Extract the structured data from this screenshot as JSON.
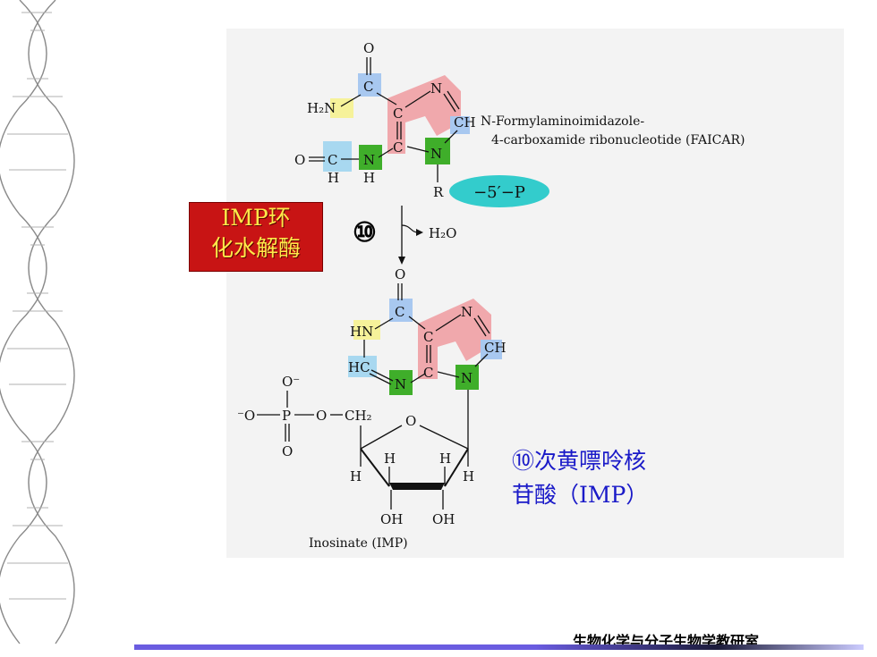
{
  "faicar": {
    "o_top": "O",
    "c": "C",
    "h2n": "H₂N",
    "n": "N",
    "ch": "CH",
    "o_formyl": "O",
    "h_left": "H",
    "h_right": "H",
    "r": "R",
    "label_line1": "N-Formylaminoimidazole-",
    "label_line2": "4-carboxamide ribonucleotide (FAICAR)",
    "phosphate_tag": "−5′−P"
  },
  "reaction": {
    "enzyme_line1": "IMP环",
    "enzyme_line2": "化水解酶",
    "step_number": "⑩",
    "water": "H₂O"
  },
  "imp": {
    "o_top": "O",
    "c": "C",
    "hn": "HN",
    "n": "N",
    "ch": "CH",
    "hc": "HC",
    "o_minus": "O⁻",
    "minus_o": "⁻O",
    "p": "P",
    "o_link": "O",
    "ch2": "CH₂",
    "o_bottom": "O",
    "o_ring": "O",
    "h": "H",
    "oh": "OH",
    "caption": "Inosinate (IMP)"
  },
  "product_name": {
    "line1": "⑩次黄嘌呤核",
    "line2": "苷酸（IMP）"
  },
  "footer": {
    "text": "生物化学与分子生物学教研室"
  },
  "colors": {
    "panel": "#f3f3f3",
    "enzyme_box": "#c81414",
    "enzyme_text": "#ffe94a",
    "phosphate_tag": "#33cccc",
    "highlight_pink": "#f0a8ac",
    "highlight_green": "#3fae2a",
    "highlight_blue": "#a8c8f0",
    "highlight_yellow": "#f6f29a",
    "product_name": "#1a1ac8"
  }
}
